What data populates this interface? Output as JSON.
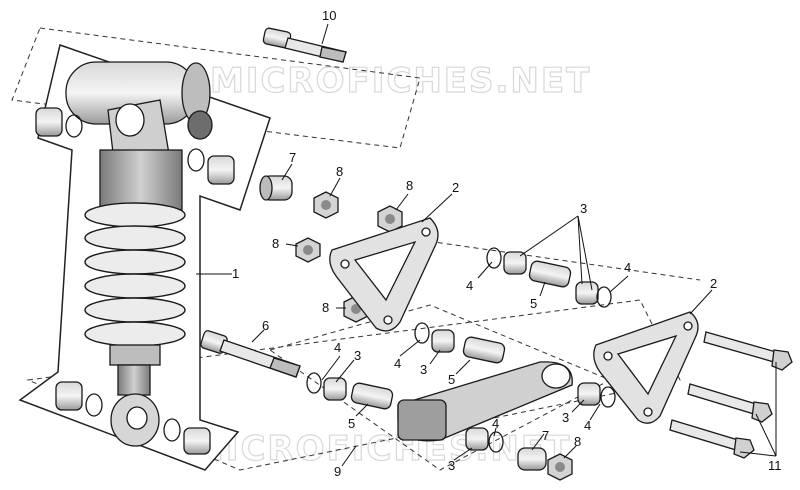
{
  "watermarks": [
    "MICROFICHES.NET",
    "MICROFICHES.NET"
  ],
  "callouts": [
    "10",
    "7",
    "8",
    "8",
    "8",
    "8",
    "2",
    "3",
    "4",
    "4",
    "5",
    "1",
    "6",
    "4",
    "3",
    "4",
    "3",
    "5",
    "5",
    "4",
    "3",
    "3",
    "4",
    "7",
    "8",
    "9",
    "2",
    "11"
  ],
  "colors": {
    "part_fill": "#e6e6e6",
    "part_dark": "#8c8c8c",
    "line": "#1a1a1a"
  }
}
